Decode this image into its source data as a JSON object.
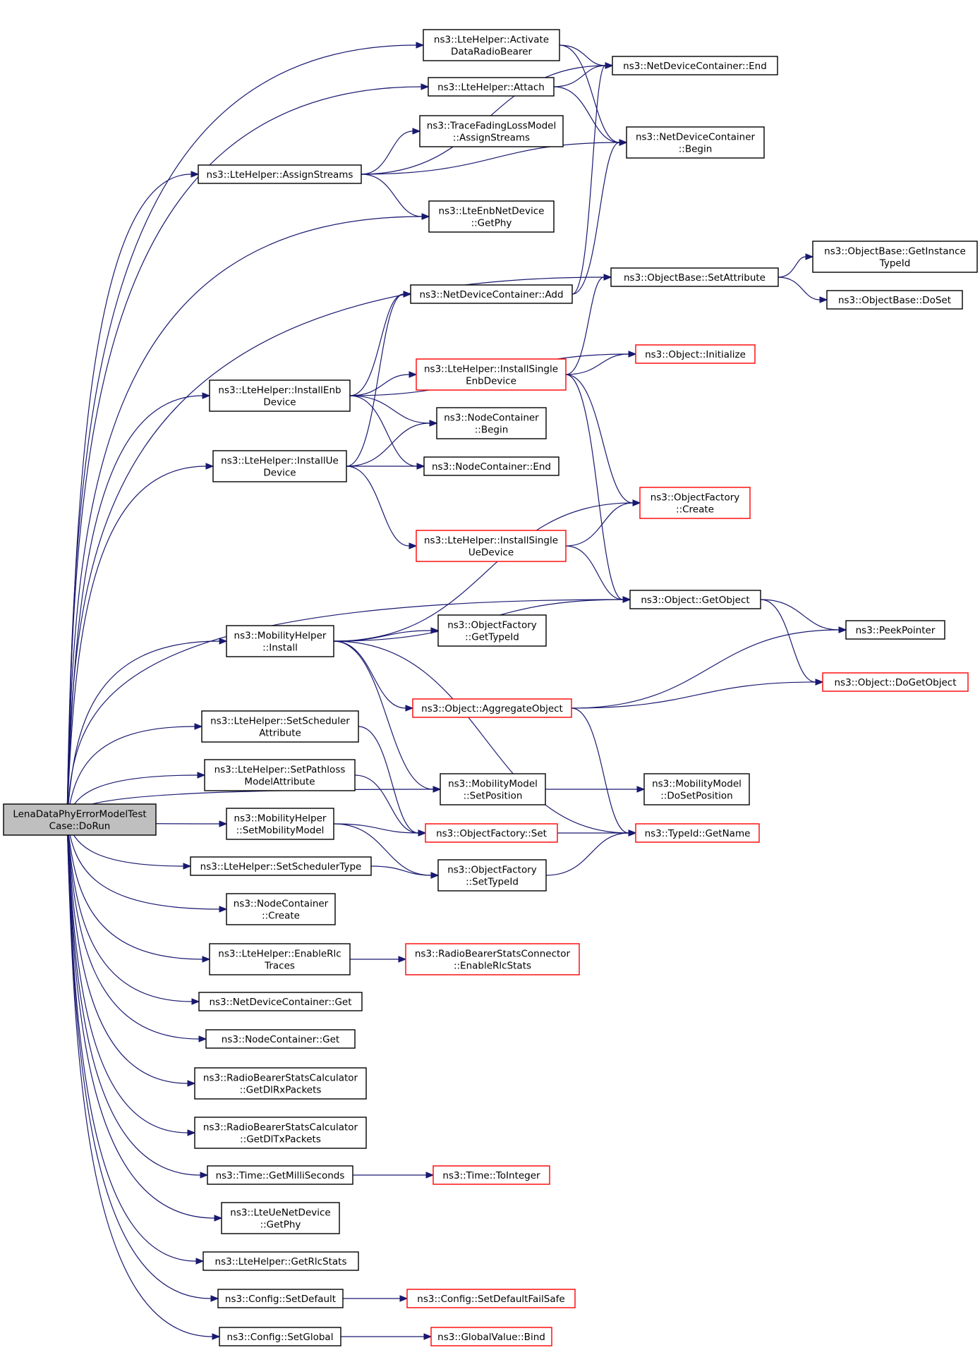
{
  "colors": {
    "edge": "#191970",
    "node_border_normal": "#000000",
    "node_border_truncated": "#ff0000",
    "root_fill": "#bfbfbf",
    "node_fill": "#ffffff"
  },
  "nodes": [
    {
      "id": "root",
      "lines": [
        "LenaDataPhyErrorModelTest",
        "Case::DoRun"
      ],
      "style": "root"
    },
    {
      "id": "activate",
      "lines": [
        "ns3::LteHelper::Activate",
        "DataRadioBearer"
      ],
      "style": "normal"
    },
    {
      "id": "attach",
      "lines": [
        "ns3::LteHelper::Attach"
      ],
      "style": "normal"
    },
    {
      "id": "tracefading",
      "lines": [
        "ns3::TraceFadingLossModel",
        "::AssignStreams"
      ],
      "style": "normal"
    },
    {
      "id": "assignstreams",
      "lines": [
        "ns3::LteHelper::AssignStreams"
      ],
      "style": "normal"
    },
    {
      "id": "enbgetphy",
      "lines": [
        "ns3::LteEnbNetDevice",
        "::GetPhy"
      ],
      "style": "normal"
    },
    {
      "id": "ndcend",
      "lines": [
        "ns3::NetDeviceContainer::End"
      ],
      "style": "normal"
    },
    {
      "id": "ndcbegin",
      "lines": [
        "ns3::NetDeviceContainer",
        "::Begin"
      ],
      "style": "normal"
    },
    {
      "id": "setattribute",
      "lines": [
        "ns3::ObjectBase::SetAttribute"
      ],
      "style": "normal"
    },
    {
      "id": "getinstancetypeid",
      "lines": [
        "ns3::ObjectBase::GetInstance",
        "TypeId"
      ],
      "style": "normal"
    },
    {
      "id": "doset",
      "lines": [
        "ns3::ObjectBase::DoSet"
      ],
      "style": "normal"
    },
    {
      "id": "ndcadd",
      "lines": [
        "ns3::NetDeviceContainer::Add"
      ],
      "style": "normal"
    },
    {
      "id": "installenb",
      "lines": [
        "ns3::LteHelper::InstallEnb",
        "Device"
      ],
      "style": "normal"
    },
    {
      "id": "installsingleenb",
      "lines": [
        "ns3::LteHelper::InstallSingle",
        "EnbDevice"
      ],
      "style": "truncated"
    },
    {
      "id": "objinit",
      "lines": [
        "ns3::Object::Initialize"
      ],
      "style": "truncated"
    },
    {
      "id": "ncbegin",
      "lines": [
        "ns3::NodeContainer",
        "::Begin"
      ],
      "style": "normal"
    },
    {
      "id": "installue",
      "lines": [
        "ns3::LteHelper::InstallUe",
        "Device"
      ],
      "style": "normal"
    },
    {
      "id": "ncend",
      "lines": [
        "ns3::NodeContainer::End"
      ],
      "style": "normal"
    },
    {
      "id": "ofcreate",
      "lines": [
        "ns3::ObjectFactory",
        "::Create"
      ],
      "style": "truncated"
    },
    {
      "id": "installsingleue",
      "lines": [
        "ns3::LteHelper::InstallSingle",
        "UeDevice"
      ],
      "style": "truncated"
    },
    {
      "id": "getobject",
      "lines": [
        "ns3::Object::GetObject"
      ],
      "style": "normal"
    },
    {
      "id": "mhinstall",
      "lines": [
        "ns3::MobilityHelper",
        "::Install"
      ],
      "style": "normal"
    },
    {
      "id": "ofgettypeid",
      "lines": [
        "ns3::ObjectFactory",
        "::GetTypeId"
      ],
      "style": "normal"
    },
    {
      "id": "peekpointer",
      "lines": [
        "ns3::PeekPointer"
      ],
      "style": "normal"
    },
    {
      "id": "dogetobject",
      "lines": [
        "ns3::Object::DoGetObject"
      ],
      "style": "truncated"
    },
    {
      "id": "aggregate",
      "lines": [
        "ns3::Object::AggregateObject"
      ],
      "style": "truncated"
    },
    {
      "id": "setschedattr",
      "lines": [
        "ns3::LteHelper::SetScheduler",
        "Attribute"
      ],
      "style": "normal"
    },
    {
      "id": "setpathloss",
      "lines": [
        "ns3::LteHelper::SetPathloss",
        "ModelAttribute"
      ],
      "style": "normal"
    },
    {
      "id": "mmsetpos",
      "lines": [
        "ns3::MobilityModel",
        "::SetPosition"
      ],
      "style": "normal"
    },
    {
      "id": "mmdosetpos",
      "lines": [
        "ns3::MobilityModel",
        "::DoSetPosition"
      ],
      "style": "normal"
    },
    {
      "id": "setmobility",
      "lines": [
        "ns3::MobilityHelper",
        "::SetMobilityModel"
      ],
      "style": "normal"
    },
    {
      "id": "ofset",
      "lines": [
        "ns3::ObjectFactory::Set"
      ],
      "style": "truncated"
    },
    {
      "id": "getname",
      "lines": [
        "ns3::TypeId::GetName"
      ],
      "style": "truncated"
    },
    {
      "id": "setschedtype",
      "lines": [
        "ns3::LteHelper::SetSchedulerType"
      ],
      "style": "normal"
    },
    {
      "id": "ofsettypeid",
      "lines": [
        "ns3::ObjectFactory",
        "::SetTypeId"
      ],
      "style": "normal"
    },
    {
      "id": "nccreate",
      "lines": [
        "ns3::NodeContainer",
        "::Create"
      ],
      "style": "normal"
    },
    {
      "id": "enablerlc",
      "lines": [
        "ns3::LteHelper::EnableRlc",
        "Traces"
      ],
      "style": "normal"
    },
    {
      "id": "enablerlcstats",
      "lines": [
        "ns3::RadioBearerStatsConnector",
        "::EnableRlcStats"
      ],
      "style": "truncated"
    },
    {
      "id": "ndcget",
      "lines": [
        "ns3::NetDeviceContainer::Get"
      ],
      "style": "normal"
    },
    {
      "id": "ncget",
      "lines": [
        "ns3::NodeContainer::Get"
      ],
      "style": "normal"
    },
    {
      "id": "getdlrx",
      "lines": [
        "ns3::RadioBearerStatsCalculator",
        "::GetDlRxPackets"
      ],
      "style": "normal"
    },
    {
      "id": "getdltx",
      "lines": [
        "ns3::RadioBearerStatsCalculator",
        "::GetDlTxPackets"
      ],
      "style": "normal"
    },
    {
      "id": "getms",
      "lines": [
        "ns3::Time::GetMilliSeconds"
      ],
      "style": "normal"
    },
    {
      "id": "tointeger",
      "lines": [
        "ns3::Time::ToInteger"
      ],
      "style": "truncated"
    },
    {
      "id": "uegetphy",
      "lines": [
        "ns3::LteUeNetDevice",
        "::GetPhy"
      ],
      "style": "normal"
    },
    {
      "id": "getrlcstats",
      "lines": [
        "ns3::LteHelper::GetRlcStats"
      ],
      "style": "normal"
    },
    {
      "id": "setdefault",
      "lines": [
        "ns3::Config::SetDefault"
      ],
      "style": "normal"
    },
    {
      "id": "setdefaultfailsafe",
      "lines": [
        "ns3::Config::SetDefaultFailSafe"
      ],
      "style": "truncated"
    },
    {
      "id": "setglobal",
      "lines": [
        "ns3::Config::SetGlobal"
      ],
      "style": "normal"
    },
    {
      "id": "gvbind",
      "lines": [
        "ns3::GlobalValue::Bind"
      ],
      "style": "truncated"
    }
  ],
  "edges": [
    [
      "root",
      "activate"
    ],
    [
      "root",
      "attach"
    ],
    [
      "root",
      "assignstreams"
    ],
    [
      "root",
      "enbgetphy"
    ],
    [
      "root",
      "setattribute"
    ],
    [
      "root",
      "installenb"
    ],
    [
      "root",
      "installue"
    ],
    [
      "root",
      "getobject"
    ],
    [
      "root",
      "mhinstall"
    ],
    [
      "root",
      "mmsetpos"
    ],
    [
      "root",
      "setschedattr"
    ],
    [
      "root",
      "setpathloss"
    ],
    [
      "root",
      "setmobility"
    ],
    [
      "root",
      "setschedtype"
    ],
    [
      "root",
      "nccreate"
    ],
    [
      "root",
      "enablerlc"
    ],
    [
      "root",
      "ndcget"
    ],
    [
      "root",
      "ncget"
    ],
    [
      "root",
      "getdlrx"
    ],
    [
      "root",
      "getdltx"
    ],
    [
      "root",
      "getms"
    ],
    [
      "root",
      "uegetphy"
    ],
    [
      "root",
      "getrlcstats"
    ],
    [
      "root",
      "setdefault"
    ],
    [
      "root",
      "setglobal"
    ],
    [
      "activate",
      "ndcend"
    ],
    [
      "activate",
      "ndcbegin"
    ],
    [
      "attach",
      "ndcend"
    ],
    [
      "attach",
      "ndcbegin"
    ],
    [
      "assignstreams",
      "ndcend"
    ],
    [
      "assignstreams",
      "tracefading"
    ],
    [
      "assignstreams",
      "ndcbegin"
    ],
    [
      "assignstreams",
      "enbgetphy"
    ],
    [
      "setattribute",
      "getinstancetypeid"
    ],
    [
      "setattribute",
      "doset"
    ],
    [
      "ndcadd",
      "ndcend"
    ],
    [
      "ndcadd",
      "ndcbegin"
    ],
    [
      "installenb",
      "ndcadd"
    ],
    [
      "installenb",
      "objinit"
    ],
    [
      "installenb",
      "installsingleenb"
    ],
    [
      "installenb",
      "ncbegin"
    ],
    [
      "installenb",
      "ncend"
    ],
    [
      "installsingleenb",
      "setattribute"
    ],
    [
      "installsingleenb",
      "objinit"
    ],
    [
      "installsingleenb",
      "ofcreate"
    ],
    [
      "installsingleenb",
      "getobject"
    ],
    [
      "installue",
      "ndcadd"
    ],
    [
      "installue",
      "ncbegin"
    ],
    [
      "installue",
      "ncend"
    ],
    [
      "installue",
      "installsingleue"
    ],
    [
      "installsingleue",
      "ofcreate"
    ],
    [
      "installsingleue",
      "getobject"
    ],
    [
      "getobject",
      "peekpointer"
    ],
    [
      "getobject",
      "dogetobject"
    ],
    [
      "mhinstall",
      "ofcreate"
    ],
    [
      "mhinstall",
      "ofgettypeid"
    ],
    [
      "mhinstall",
      "getobject"
    ],
    [
      "mhinstall",
      "aggregate"
    ],
    [
      "mhinstall",
      "mmsetpos"
    ],
    [
      "mhinstall",
      "getname"
    ],
    [
      "aggregate",
      "peekpointer"
    ],
    [
      "aggregate",
      "dogetobject"
    ],
    [
      "aggregate",
      "getname"
    ],
    [
      "setschedattr",
      "ofset"
    ],
    [
      "setpathloss",
      "ofset"
    ],
    [
      "mmsetpos",
      "mmdosetpos"
    ],
    [
      "setmobility",
      "ofset"
    ],
    [
      "setmobility",
      "ofsettypeid"
    ],
    [
      "ofset",
      "getname"
    ],
    [
      "ofsettypeid",
      "getname"
    ],
    [
      "setschedtype",
      "ofsettypeid"
    ],
    [
      "enablerlc",
      "enablerlcstats"
    ],
    [
      "getms",
      "tointeger"
    ],
    [
      "setdefault",
      "setdefaultfailsafe"
    ],
    [
      "setglobal",
      "gvbind"
    ]
  ]
}
